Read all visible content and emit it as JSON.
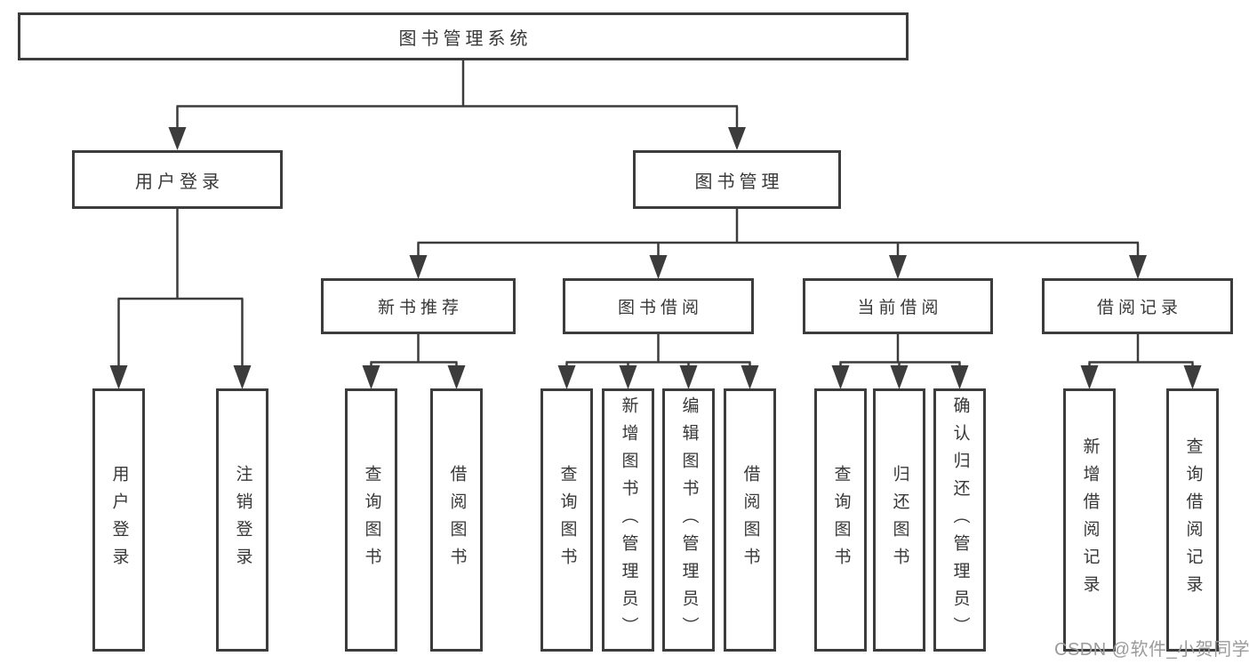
{
  "colors": {
    "line": "#3c3c3c",
    "text": "#383838",
    "background": "#ffffff",
    "watermark": "#9b9b9b"
  },
  "tree": {
    "label": "图书管理系统",
    "children": [
      {
        "label": "用户登录",
        "children": [
          {
            "label": "用户登录"
          },
          {
            "label": "注销登录"
          }
        ]
      },
      {
        "label": "图书管理",
        "children": [
          {
            "label": "新书推荐",
            "children": [
              {
                "label": "查询图书"
              },
              {
                "label": "借阅图书"
              }
            ]
          },
          {
            "label": "图书借阅",
            "children": [
              {
                "label": "查询图书"
              },
              {
                "label": "新增图书（管理员）"
              },
              {
                "label": "编辑图书（管理员）"
              },
              {
                "label": "借阅图书"
              }
            ]
          },
          {
            "label": "当前借阅",
            "children": [
              {
                "label": "查询图书"
              },
              {
                "label": "归还图书"
              },
              {
                "label": "确认归还（管理员）"
              }
            ]
          },
          {
            "label": "借阅记录",
            "children": [
              {
                "label": "新增借阅记录"
              },
              {
                "label": "查询借阅记录"
              }
            ]
          }
        ]
      }
    ]
  },
  "watermark": {
    "text": "CSDN @软件_小贺同学"
  }
}
